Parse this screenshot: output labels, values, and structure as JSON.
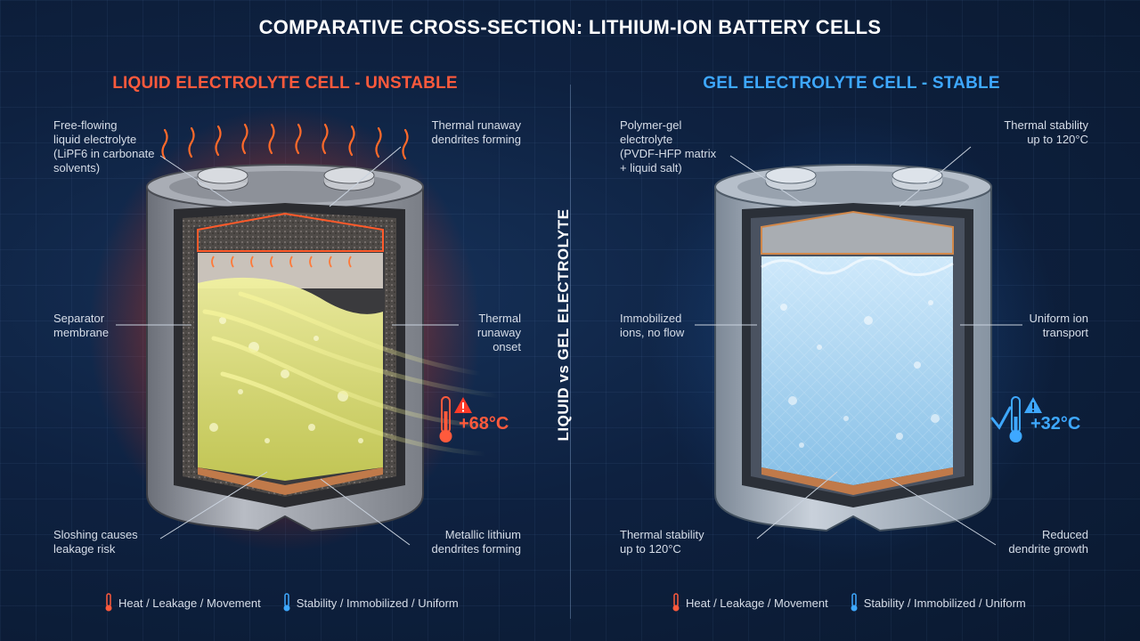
{
  "title": "COMPARATIVE CROSS-SECTION: LITHIUM-ION BATTERY CELLS",
  "center_label": "LIQUID vs GEL ELECTROLYTE",
  "colors": {
    "hot": "#ff5a3c",
    "cool": "#3ea8ff",
    "liquid": "#e2e27a",
    "gel": "#9fd0ee"
  },
  "left": {
    "title": "LIQUID ELECTROLYTE CELL - UNSTABLE",
    "annotations": {
      "top_left": [
        "Free-flowing",
        "liquid electrolyte",
        "(LiPF6 in carbonate",
        "solvents)"
      ],
      "top_right": [
        "Thermal runaway",
        "dendrites forming"
      ],
      "mid_left": [
        "Separator",
        "membrane"
      ],
      "mid_right": [
        "Thermal",
        "runaway",
        "onset"
      ],
      "bottom_left": [
        "Sloshing causes",
        "leakage risk"
      ],
      "bottom_right": [
        "Metallic lithium",
        "dendrites forming"
      ]
    },
    "temperature": "+68°C",
    "icons": [
      "thermometer-icon",
      "warning-icon"
    ]
  },
  "right": {
    "title": "GEL ELECTROLYTE CELL - STABLE",
    "annotations": {
      "top_left": [
        "Polymer-gel",
        "electrolyte",
        "(PVDF-HFP matrix",
        "+ liquid salt)"
      ],
      "top_right": [
        "Thermal stability",
        "up to 120°C"
      ],
      "mid_left": [
        "Immobilized",
        "ions, no flow"
      ],
      "mid_right": [
        "Uniform ion",
        "transport"
      ],
      "bottom_left": [
        "Thermal stability",
        "up to 120°C"
      ],
      "bottom_right": [
        "Reduced",
        "dendrite growth"
      ]
    },
    "temperature": "+32°C",
    "icons": [
      "checkmark-icon",
      "thermometer-icon",
      "warning-icon"
    ]
  },
  "legend": {
    "hot_label": "Heat / Leakage / Movement",
    "cool_label": "Stability / Immobilized / Uniform"
  }
}
